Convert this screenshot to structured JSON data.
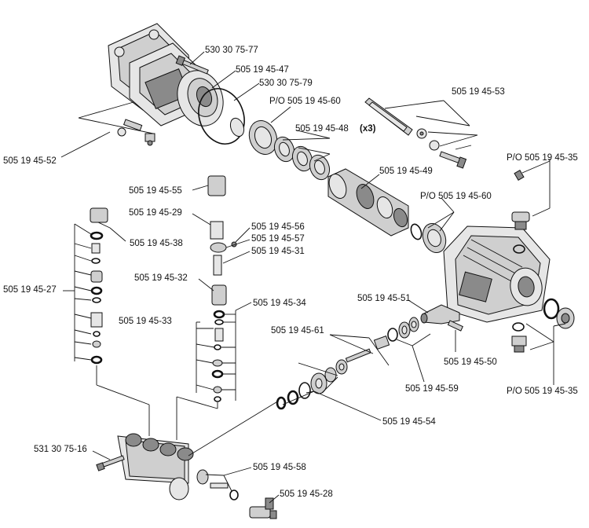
{
  "labels": {
    "l_530307577": "530 30 75-77",
    "l_505194547": "505 19 45-47",
    "l_530307579": "530 30 75-79",
    "l_po_505194560_a": "P/O 505 19 45-60",
    "l_505194553": "505 19 45-53",
    "l_505194548": "505 19 45-48",
    "l_x3": "(x3)",
    "l_505194552": "505 19 45-52",
    "l_505194549": "505 19 45-49",
    "l_po_505194535_a": "P/O 505 19 45-35",
    "l_505194555": "505 19 45-55",
    "l_po_505194560_b": "P/O 505 19 45-60",
    "l_505194529": "505 19 45-29",
    "l_505194556": "505 19 45-56",
    "l_505194538": "505 19 45-38",
    "l_505194557": "505 19 45-57",
    "l_505194531": "505 19 45-31",
    "l_505194527": "505 19 45-27",
    "l_505194532": "505 19 45-32",
    "l_505194551": "505 19 45-51",
    "l_505194534": "505 19 45-34",
    "l_505194533": "505 19 45-33",
    "l_505194561": "505 19 45-61",
    "l_505194550": "505 19 45-50",
    "l_505194559": "505 19 45-59",
    "l_po_505194535_b": "P/O 505 19 45-35",
    "l_505194554": "505 19 45-54",
    "l_531307516": "531 30 75-16",
    "l_505194558": "505 19 45-58",
    "l_505194528": "505 19 45-28"
  }
}
